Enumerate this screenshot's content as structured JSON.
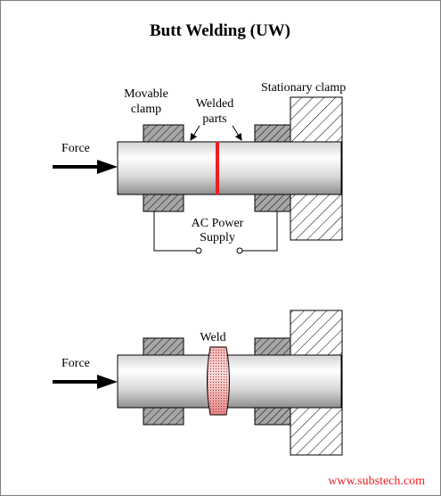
{
  "title": "Butt Welding (UW)",
  "top": {
    "force_label": "Force",
    "movable_clamp_line1": "Movable",
    "movable_clamp_line2": "clamp",
    "welded_parts_line1": "Welded",
    "welded_parts_line2": "parts",
    "stationary_clamp_label": "Stationary clamp",
    "power_line1": "AC Power",
    "power_line2": "Supply"
  },
  "bottom": {
    "force_label": "Force",
    "weld_label": "Weld"
  },
  "footer": {
    "url": "www.substech.com"
  },
  "colors": {
    "weld_line": "#ee1c25",
    "weld_fill": "#f7b0b0",
    "url_text": "#ee1c25",
    "clamp_fill": "#a6a6a6"
  }
}
